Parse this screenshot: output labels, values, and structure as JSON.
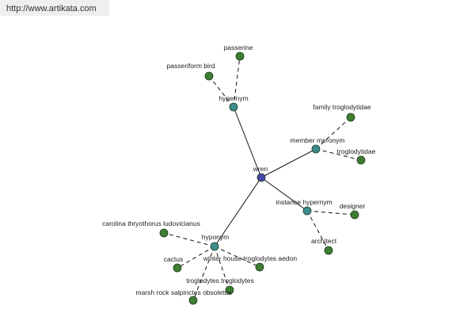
{
  "source_url": "http://www.artikata.com",
  "center": {
    "id": "wren",
    "label": "wren",
    "color": "#4448a8"
  },
  "colors": {
    "relation": "#3d8c8c",
    "leaf": "#3e7d32",
    "center": "#4448a8",
    "edge": "#111111"
  },
  "relations": [
    {
      "id": "hypernym",
      "label": "hypernym"
    },
    {
      "id": "member-meronym",
      "label": "member meronym"
    },
    {
      "id": "instance-hypernym",
      "label": "instance hypernym"
    },
    {
      "id": "hyponym",
      "label": "hyponym"
    }
  ],
  "leaves": [
    {
      "id": "passerine",
      "label": "passerine",
      "relation": "hypernym"
    },
    {
      "id": "passeriform-bird",
      "label": "passeriform bird",
      "relation": "hypernym"
    },
    {
      "id": "family-troglodytidae",
      "label": "family troglodytidae",
      "relation": "member-meronym"
    },
    {
      "id": "troglodytidae",
      "label": "troglodytidae",
      "relation": "member-meronym"
    },
    {
      "id": "designer",
      "label": "designer",
      "relation": "instance-hypernym"
    },
    {
      "id": "architect",
      "label": "architect",
      "relation": "instance-hypernym"
    },
    {
      "id": "carolina-thryothorus",
      "label": "carolina thryothorus ludovicianus",
      "relation": "hyponym"
    },
    {
      "id": "cactus",
      "label": "cactus",
      "relation": "hyponym"
    },
    {
      "id": "winter-house",
      "label": "winter house troglodytes aedon",
      "relation": "hyponym"
    },
    {
      "id": "troglodytes-troglodytes",
      "label": "troglodytes troglodytes",
      "relation": "hyponym"
    },
    {
      "id": "marsh-rock",
      "label": "marsh rock salpinctes obsoletus",
      "relation": "hyponym"
    }
  ]
}
